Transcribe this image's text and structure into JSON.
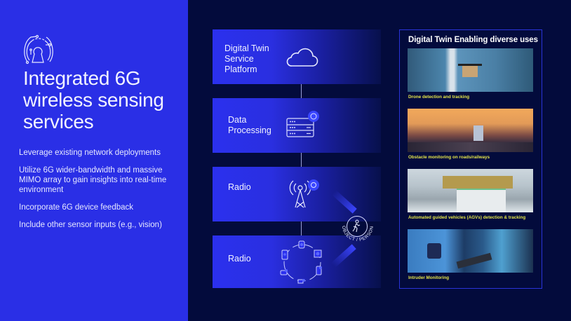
{
  "left": {
    "logo_icon": "keyhole-circuit-icon",
    "title": "Integrated 6G wireless sensing services",
    "title_lines": [
      "Integrated 6G",
      "wireless sensing",
      "services"
    ],
    "bullets": [
      "Leverage existing network deployments",
      "Utilize 6G wider-bandwidth and massive MIMO array to gain insights into real-time environment",
      "Incorporate 6G device feedback",
      "Include other sensor inputs (e.g., vision)"
    ]
  },
  "stack": {
    "boxes": [
      {
        "label_lines": [
          "Digital Twin",
          "Service",
          "Platform"
        ],
        "icon": "cloud-icon"
      },
      {
        "label_lines": [
          "Data",
          "Processing"
        ],
        "icon": "server-icon"
      },
      {
        "label_lines": [
          "Radio"
        ],
        "icon": "cell-tower-icon"
      },
      {
        "label_lines": [
          "Radio"
        ],
        "icon": "device-ring-icon"
      }
    ],
    "sensing_target": {
      "label": "OBJECT / PERSON",
      "icon": "walking-person-icon"
    }
  },
  "uses": {
    "title": "Digital Twin  Enabling diverse uses",
    "items": [
      {
        "caption": "Drone detection and tracking",
        "image": "drone-delivery-photo"
      },
      {
        "caption": "Obstacle monitoring on roads/railways",
        "image": "railway-sunset-photo"
      },
      {
        "caption": "Automated guided vehicles (AGVs) detection & tracking",
        "image": "agv-warehouse-photo"
      },
      {
        "caption": "Intruder Monitoring",
        "image": "security-guard-monitors-photo"
      }
    ]
  },
  "colors": {
    "left_bg": "#2a2fe6",
    "dark_bg": "#030b3c",
    "box_blue": "#2b30ee",
    "caption_yellow": "#e4e34a",
    "panel_border": "#2a33d8"
  }
}
